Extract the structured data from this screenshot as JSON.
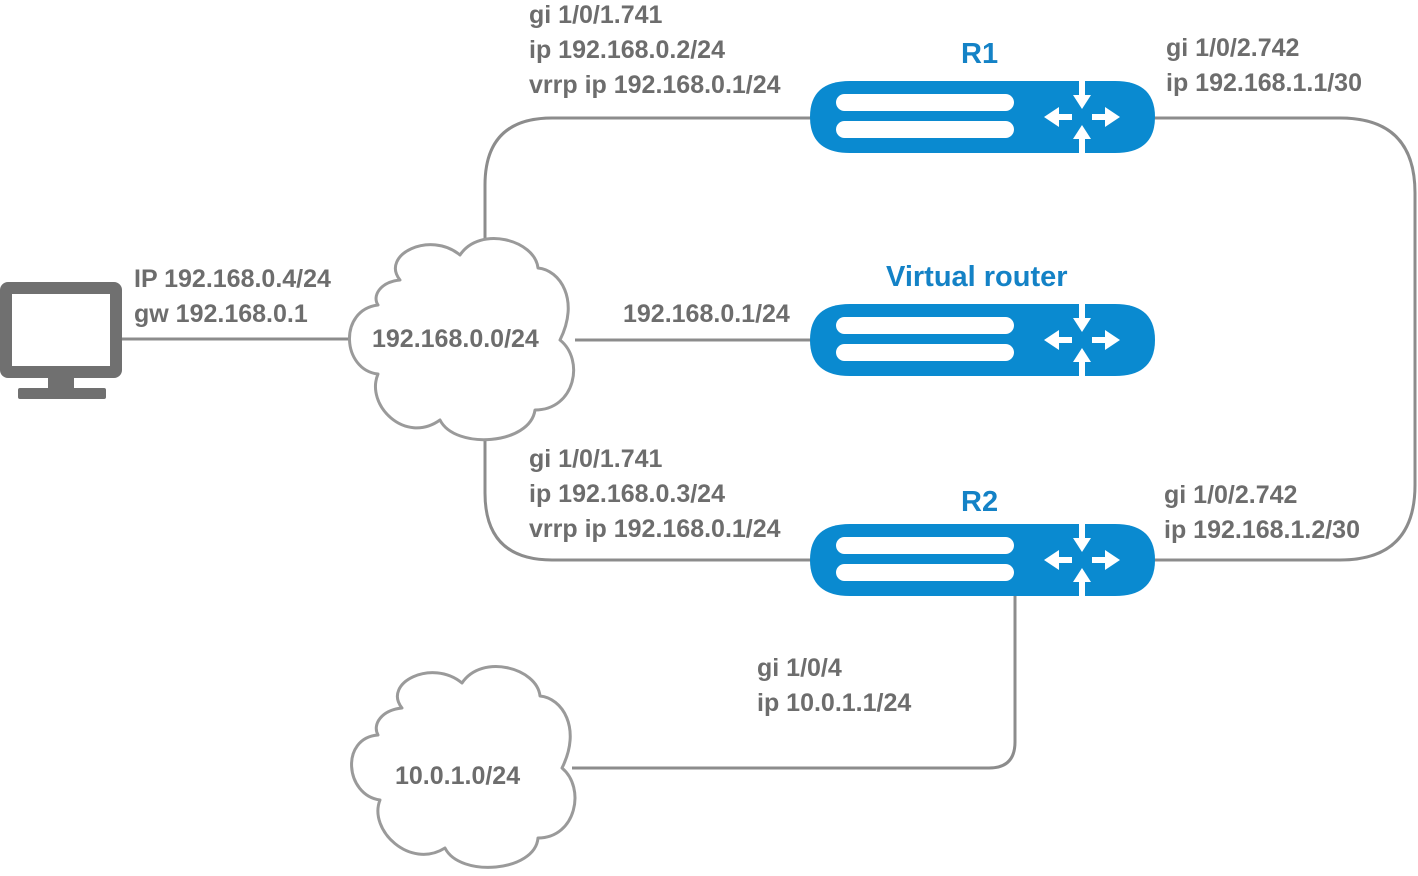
{
  "colors": {
    "line": "#8c8c8c",
    "router": "#0a8ad0",
    "router_name": "#1482c6",
    "text": "#6d6d6d",
    "pc": "#707070",
    "cloud_stroke": "#9a9a9a"
  },
  "pc": {
    "icon": "monitor-icon",
    "lines": [
      "IP 192.168.0.4/24",
      "gw 192.168.0.1"
    ]
  },
  "clouds": {
    "lan": "192.168.0.0/24",
    "remote": "10.0.1.0/24"
  },
  "routers": {
    "r1": {
      "name": "R1",
      "left_lines": [
        "gi 1/0/1.741",
        "ip 192.168.0.2/24",
        "vrrp ip 192.168.0.1/24"
      ],
      "right_lines": [
        "gi 1/0/2.742",
        "ip 192.168.1.1/30"
      ]
    },
    "virtual": {
      "name": "Virtual router",
      "left_label": "192.168.0.1/24"
    },
    "r2": {
      "name": "R2",
      "left_lines": [
        "gi 1/0/1.741",
        "ip 192.168.0.3/24",
        "vrrp ip 192.168.0.1/24"
      ],
      "right_lines": [
        "gi 1/0/2.742",
        "ip 192.168.1.2/30"
      ],
      "bottom_lines": [
        "gi 1/0/4",
        "ip 10.0.1.1/24"
      ]
    }
  }
}
